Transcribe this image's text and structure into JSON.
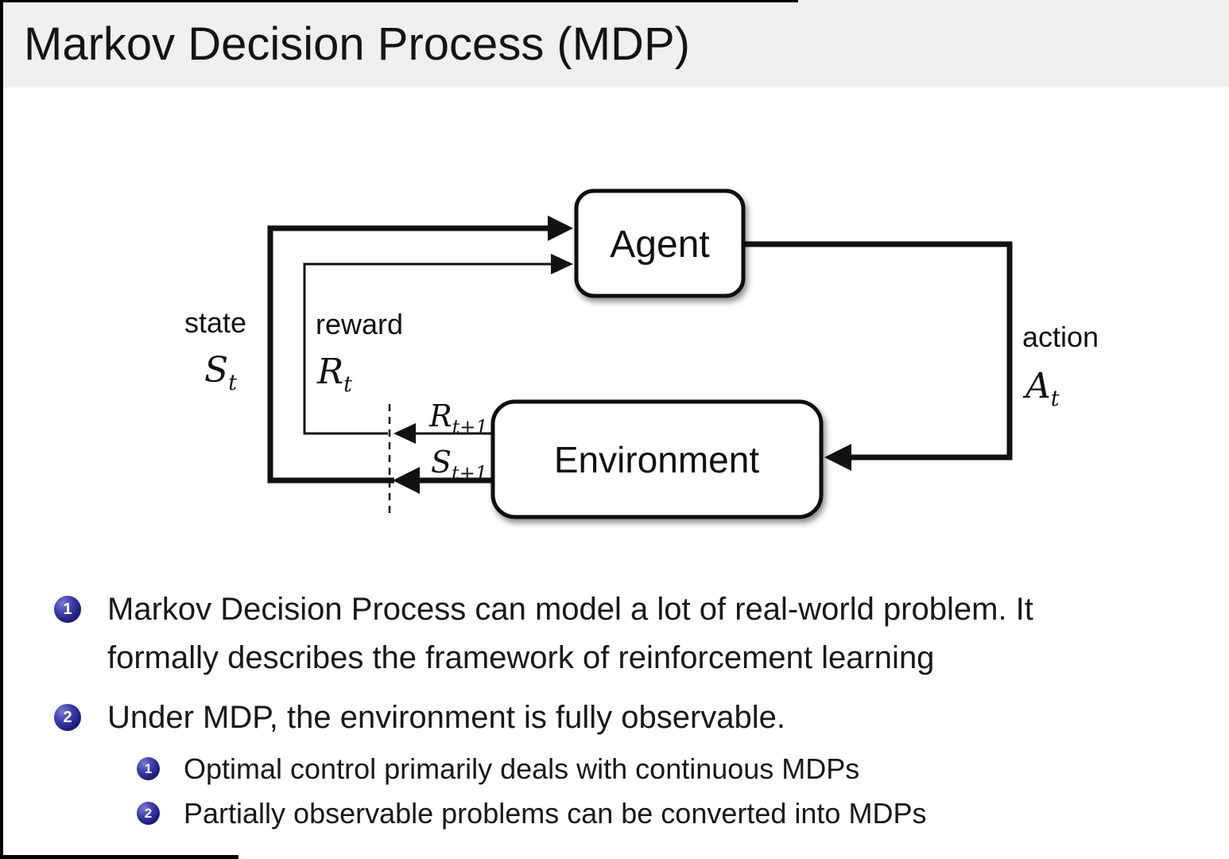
{
  "header": {
    "title": "Markov Decision Process (MDP)"
  },
  "diagram": {
    "agent_label": "Agent",
    "environment_label": "Environment",
    "state": {
      "word": "state",
      "symbol": "S",
      "subscript": "t"
    },
    "reward": {
      "word": "reward",
      "symbol": "R",
      "subscript": "t"
    },
    "action": {
      "word": "action",
      "symbol": "A",
      "subscript": "t"
    },
    "next_reward": {
      "symbol": "R",
      "subscript": "t+1"
    },
    "next_state": {
      "symbol": "S",
      "subscript": "t+1"
    }
  },
  "bullets": [
    {
      "num": "1",
      "lines": [
        "Markov Decision Process can model a lot of real-world problem. It",
        "formally describes the framework of reinforcement learning"
      ]
    },
    {
      "num": "2",
      "lines": [
        "Under MDP, the environment is fully observable."
      ],
      "sub": [
        {
          "num": "1",
          "text": "Optimal control primarily deals with continuous MDPs"
        },
        {
          "num": "2",
          "text": "Partially observable problems can be converted into MDPs"
        }
      ]
    }
  ],
  "colors": {
    "header_bg": "#f0f0f0",
    "ball_accent": "#28288c",
    "line_color": "#111111"
  }
}
